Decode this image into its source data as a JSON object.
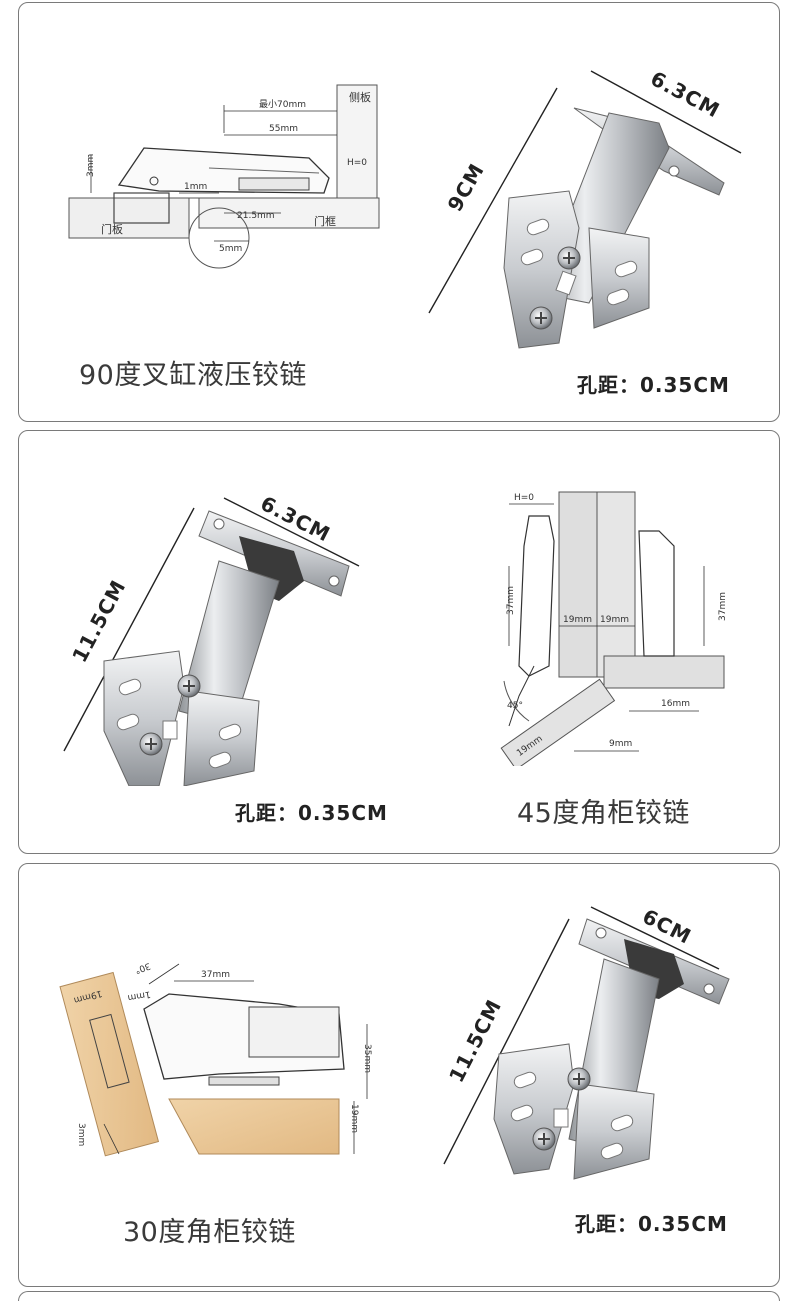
{
  "hinge_90": {
    "title": "90度叉缸液压铰链",
    "hole_spacing": "孔距：0.35CM",
    "dim_width": "6.3CM",
    "dim_length": "9CM",
    "diagram": {
      "min": "最小70mm",
      "side_panel": "侧板",
      "d55": "55mm",
      "h0": "H=0",
      "d3": "3mm",
      "d1": "1mm",
      "door_panel": "门板",
      "d215": "21.5mm",
      "door_frame": "门框",
      "d5": "5mm"
    }
  },
  "hinge_45": {
    "title": "45度角柜铰链",
    "hole_spacing": "孔距：0.35CM",
    "dim_width": "6.3CM",
    "dim_length": "11.5CM",
    "diagram": {
      "h0": "H=0",
      "d37a": "37mm",
      "d19a": "19mm",
      "d19b": "19mm",
      "d37b": "37mm",
      "angle": "45°",
      "d16": "16mm",
      "d19c": "19mm",
      "d9": "9mm"
    }
  },
  "hinge_30": {
    "title": "30度角柜铰链",
    "hole_spacing": "孔距：0.35CM",
    "dim_width": "6CM",
    "dim_length": "11.5CM",
    "diagram": {
      "angle": "30°",
      "d19a": "19mm",
      "d1": "1mm",
      "d37": "37mm",
      "d35": "35mm",
      "d19b": "19mm",
      "d3": "3mm"
    }
  }
}
